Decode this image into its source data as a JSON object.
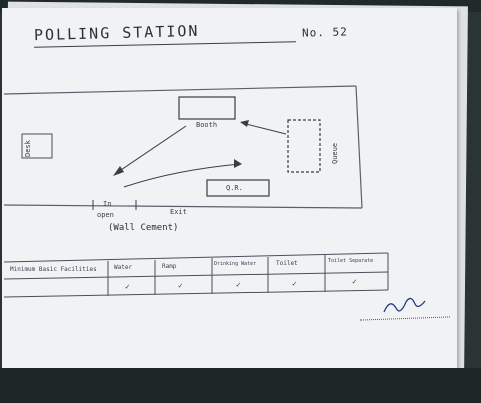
{
  "document": {
    "title": "POLLING STATION",
    "station_number": "No. 52"
  },
  "layout_labels": {
    "booth": "Booth",
    "left_box": "Desk",
    "right_box": "Q.R.",
    "right_vertical_text": "Queue",
    "entry_label": "In",
    "open_label": "open",
    "exit_label": "Exit",
    "caption": "(Wall Cement)"
  },
  "amenities_table": {
    "headers": [
      "Minimum Basic Facilities",
      "Water",
      "Ramp",
      "Drinking Water",
      "Toilet",
      "Toilet Separate"
    ],
    "marks": [
      "",
      "✓",
      "✓",
      "✓",
      "✓",
      "✓"
    ]
  }
}
